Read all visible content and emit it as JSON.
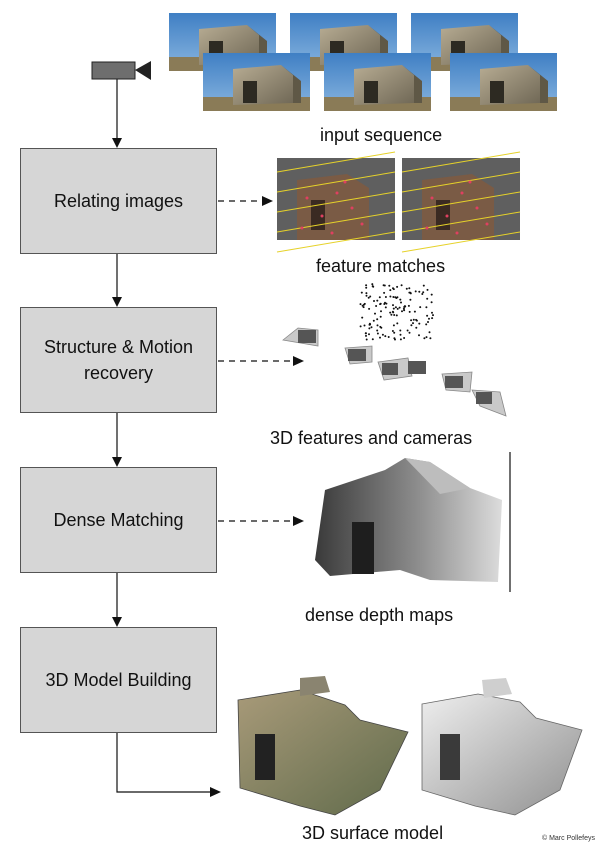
{
  "steps": {
    "relating": "Relating images",
    "structure_line1": "Structure & Motion",
    "structure_line2": "recovery",
    "dense": "Dense Matching",
    "model": "3D Model Building"
  },
  "captions": {
    "input": "input sequence",
    "features": "feature matches",
    "cameras": "3D features and cameras",
    "depth": "dense depth maps",
    "surface": "3D surface model"
  },
  "copyright": "© Marc Pollefeys",
  "colors": {
    "box_fill": "#d6d6d6",
    "sky": "#4f8cc9",
    "stone": "#9c917b",
    "epipolar_line": "#e6d22a"
  },
  "icons": [
    "video-camera-icon"
  ]
}
